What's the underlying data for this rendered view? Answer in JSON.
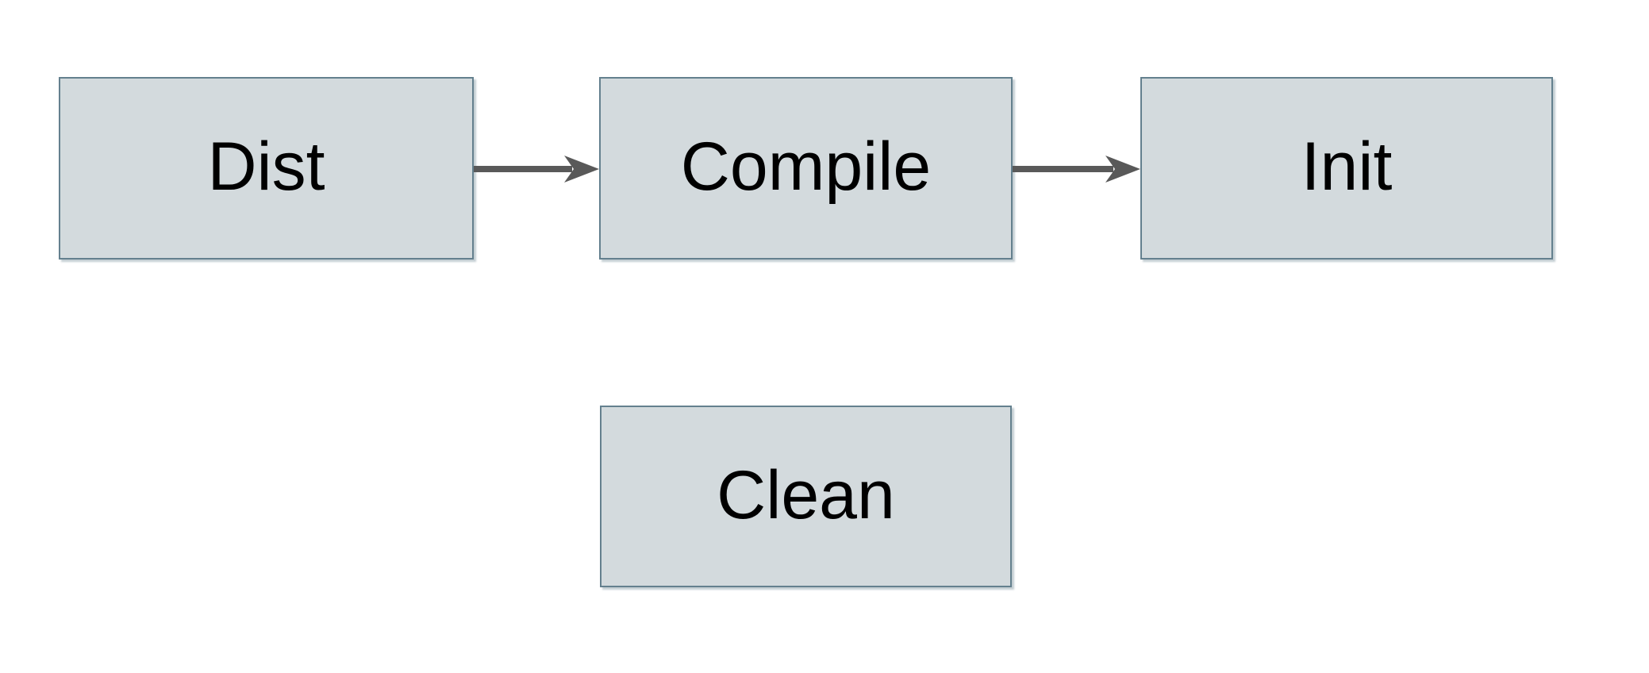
{
  "diagram": {
    "type": "flowchart",
    "background": "#ffffff",
    "colors": {
      "background": "#ffffff",
      "node_fill": "#d3dadd",
      "node_border": "#64808e",
      "arrow_color": "#595959",
      "text_color": "#000000"
    },
    "nodes": [
      {
        "id": "dist",
        "label": "Dist"
      },
      {
        "id": "compile",
        "label": "Compile"
      },
      {
        "id": "init",
        "label": "Init"
      },
      {
        "id": "clean",
        "label": "Clean"
      }
    ],
    "edges": [
      {
        "from": "Dist",
        "to": "Compile",
        "style": "solid-arrow"
      },
      {
        "from": "Compile",
        "to": "Init",
        "style": "solid-arrow"
      }
    ]
  }
}
